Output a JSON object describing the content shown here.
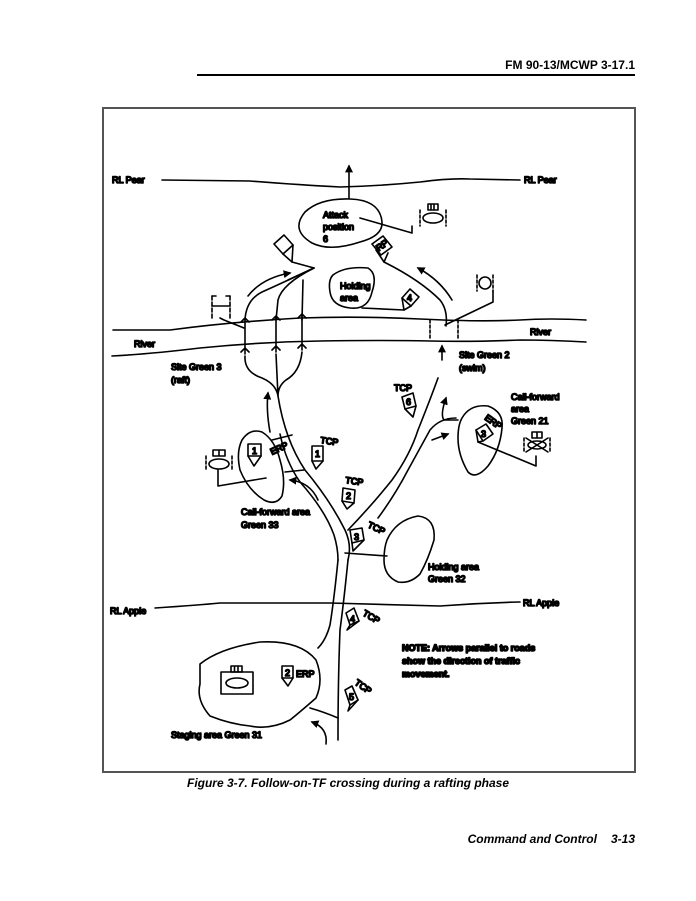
{
  "header": {
    "doc_id": "FM 90-13/MCWP 3-17.1"
  },
  "figure": {
    "caption": "Figure 3-7.  Follow-on-TF crossing during a rafting phase",
    "phase_lines": [
      {
        "name": "RL Pear",
        "left_label": "RL Pear",
        "right_label": "RL Pear"
      },
      {
        "name": "RL Apple",
        "left_label": "RL Apple",
        "right_label": "RL Apple"
      }
    ],
    "river": {
      "label_left": "River",
      "label_right": "River"
    },
    "areas": {
      "attack_position": [
        "Attack",
        "position",
        "6"
      ],
      "holding_area_north": [
        "Holding",
        "area"
      ],
      "site_green_3": [
        "Site Green 3",
        "(raft)"
      ],
      "site_green_2": [
        "Site Green 2",
        "(swim)"
      ],
      "call_forward_21": [
        "Call-forward",
        "area",
        "Green 21"
      ],
      "call_forward_33": [
        "Call-forward area",
        "Green 33"
      ],
      "holding_area_32": [
        "Holding area",
        "Green 32"
      ],
      "staging_area_31": "Staging area Green 31"
    },
    "control_points": {
      "rp": "RP",
      "tcp_label": "TCP",
      "erp_label": "ERP",
      "tcp_numbers": [
        "1",
        "2",
        "3",
        "4",
        "5",
        "6"
      ],
      "erp_numbers": [
        "1",
        "2",
        "3"
      ],
      "holding_4": "4"
    },
    "note": [
      "NOTE: Arrows parallel to roads",
      "show the direction of traffic",
      "movement."
    ]
  },
  "footer": {
    "chapter": "Command and Control",
    "page": "3-13"
  }
}
